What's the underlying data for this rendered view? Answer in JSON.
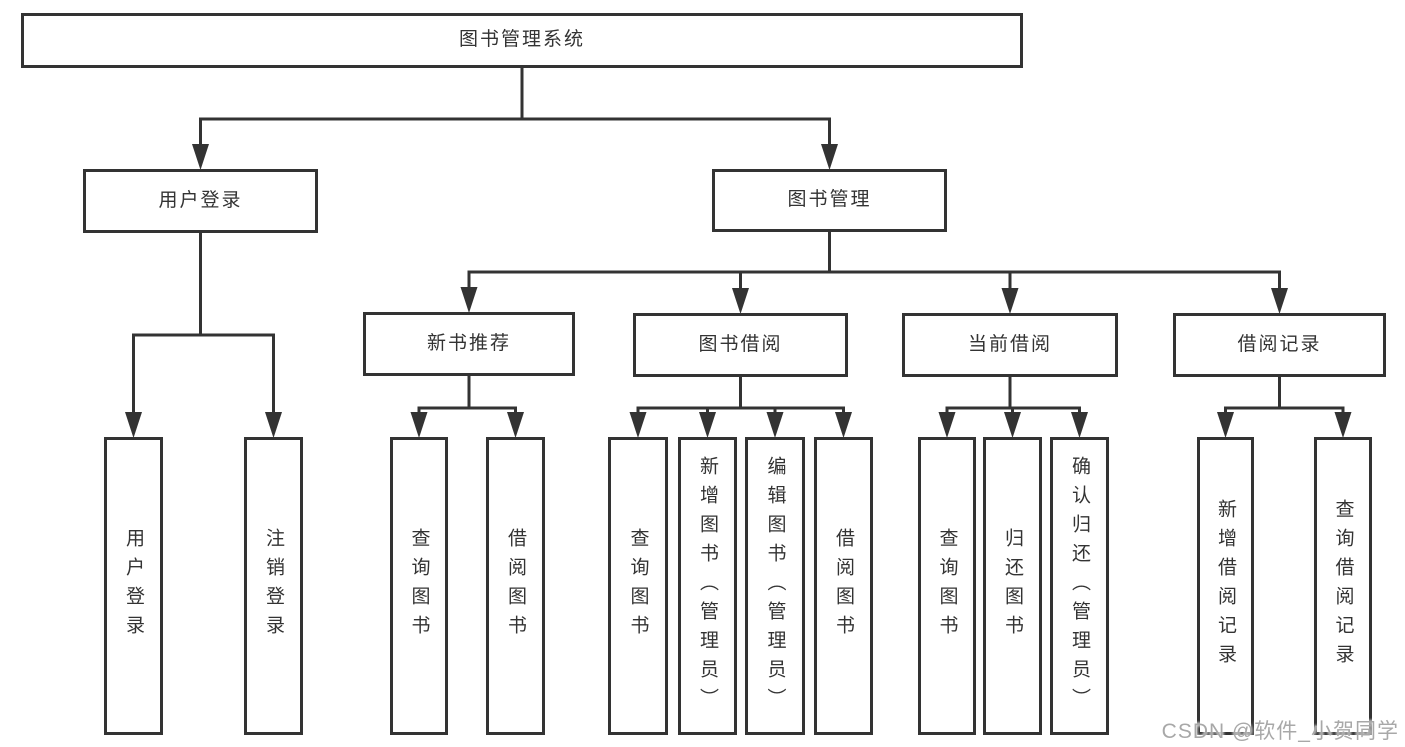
{
  "diagram": {
    "title": "图书管理系统",
    "nodes": {
      "root": {
        "label": "图书管理系统"
      },
      "user-login": {
        "label": "用户登录"
      },
      "book-mgmt": {
        "label": "图书管理"
      },
      "new-book-rec": {
        "label": "新书推荐"
      },
      "book-borrow": {
        "label": "图书借阅"
      },
      "current-borrow": {
        "label": "当前借阅"
      },
      "borrow-records": {
        "label": "借阅记录"
      },
      "leaf-user-login": {
        "label": "用户登录"
      },
      "leaf-logout": {
        "label": "注销登录"
      },
      "leaf-query-book-1": {
        "label": "查询图书"
      },
      "leaf-borrow-book-1": {
        "label": "借阅图书"
      },
      "leaf-query-book-2": {
        "label": "查询图书"
      },
      "leaf-add-book": {
        "label": "新增图书（管理员）"
      },
      "leaf-edit-book": {
        "label": "编辑图书（管理员）"
      },
      "leaf-borrow-book-2": {
        "label": "借阅图书"
      },
      "leaf-query-book-3": {
        "label": "查询图书"
      },
      "leaf-return-book": {
        "label": "归还图书"
      },
      "leaf-confirm-return": {
        "label": "确认归还（管理员）"
      },
      "leaf-add-record": {
        "label": "新增借阅记录"
      },
      "leaf-query-record": {
        "label": "查询借阅记录"
      }
    },
    "edges": [
      {
        "parent": "root",
        "children": [
          "user-login",
          "book-mgmt"
        ]
      },
      {
        "parent": "user-login",
        "children": [
          "leaf-user-login",
          "leaf-logout"
        ]
      },
      {
        "parent": "book-mgmt",
        "children": [
          "new-book-rec",
          "book-borrow",
          "current-borrow",
          "borrow-records"
        ]
      },
      {
        "parent": "new-book-rec",
        "children": [
          "leaf-query-book-1",
          "leaf-borrow-book-1"
        ]
      },
      {
        "parent": "book-borrow",
        "children": [
          "leaf-query-book-2",
          "leaf-add-book",
          "leaf-edit-book",
          "leaf-borrow-book-2"
        ]
      },
      {
        "parent": "current-borrow",
        "children": [
          "leaf-query-book-3",
          "leaf-return-book",
          "leaf-confirm-return"
        ]
      },
      {
        "parent": "borrow-records",
        "children": [
          "leaf-add-record",
          "leaf-query-record"
        ]
      }
    ],
    "watermark": "CSDN @软件_小贺同学",
    "colors": {
      "stroke": "#333333",
      "text": "#333333",
      "box_fill": "#ffffff",
      "watermark": "#a8a8a8",
      "background": "#ffffff"
    }
  }
}
